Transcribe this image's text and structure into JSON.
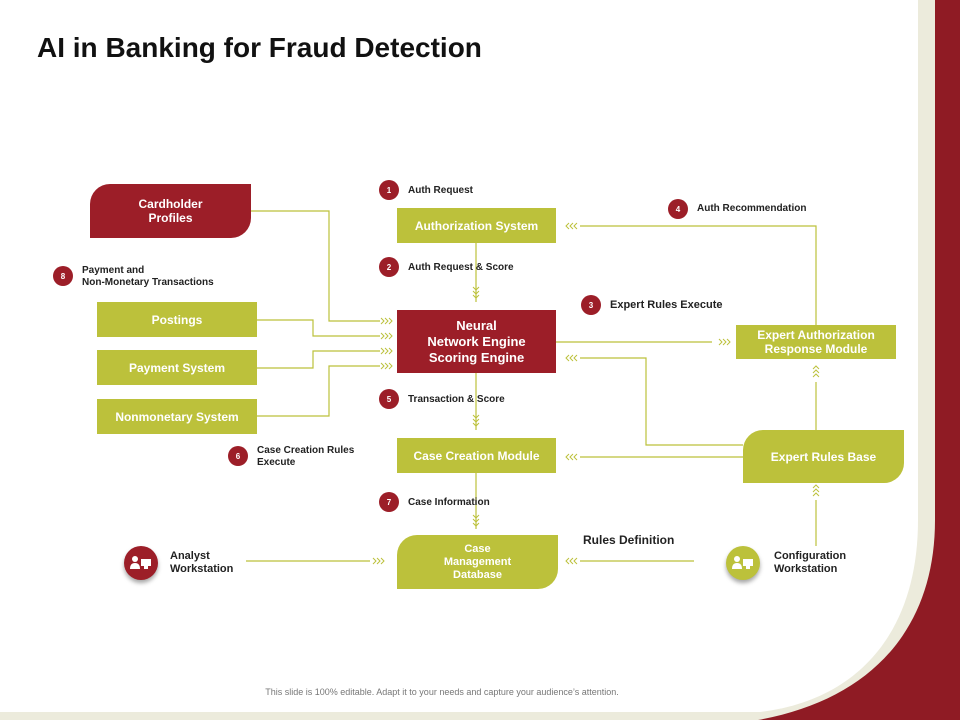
{
  "title": "AI in Banking for Fraud Detection",
  "colors": {
    "accent_red": "#9c1e28",
    "accent_green": "#bcc13b",
    "connector": "#bcc13b"
  },
  "boxes": {
    "cardholder": "Cardholder\nProfiles",
    "auth_system": "Authorization System",
    "neural": "Neural\nNetwork Engine\nScoring Engine",
    "postings": "Postings",
    "payment": "Payment System",
    "nonmonetary": "Nonmonetary System",
    "case_creation": "Case Creation Module",
    "case_mgmt": "Case\nManagement\nDatabase",
    "expert_auth": "Expert Authorization\nResponse Module",
    "expert_rules": "Expert Rules Base"
  },
  "steps": [
    {
      "num": "1",
      "label": "Auth Request"
    },
    {
      "num": "2",
      "label": "Auth Request & Score"
    },
    {
      "num": "3",
      "label": "Expert Rules Execute"
    },
    {
      "num": "4",
      "label": "Auth Recommendation"
    },
    {
      "num": "5",
      "label": "Transaction & Score"
    },
    {
      "num": "6",
      "label": "Case Creation Rules\nExecute"
    },
    {
      "num": "7",
      "label": "Case Information"
    },
    {
      "num": "8",
      "label": "Payment and\nNon-Monetary Transactions"
    }
  ],
  "rules_definition": "Rules Definition",
  "workstations": {
    "analyst": {
      "label": "Analyst\nWorkstation",
      "icon": "users-icon"
    },
    "config": {
      "label": "Configuration\nWorkstation",
      "icon": "users-icon"
    }
  },
  "footer": "This slide is 100% editable. Adapt it to your needs and capture your audience’s attention."
}
